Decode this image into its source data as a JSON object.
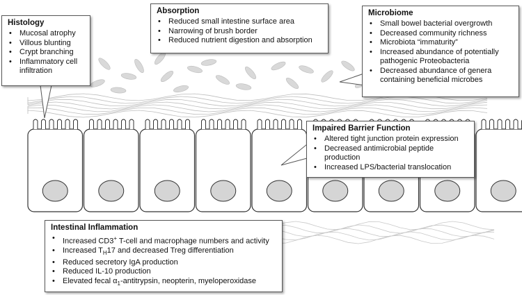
{
  "histology": {
    "title": "Histology",
    "items": [
      "Mucosal atrophy",
      "Villous blunting",
      "Crypt branching",
      "Inflammatory cell infiltration"
    ]
  },
  "absorption": {
    "title": "Absorption",
    "items": [
      "Reduced small intestine surface area",
      "Narrowing of brush border",
      "Reduced nutrient digestion and absorption"
    ]
  },
  "microbiome": {
    "title": "Microbiome",
    "items": [
      "Small bowel bacterial overgrowth",
      "Decreased community richness",
      "Microbiota “immaturity”",
      "Increased abundance of potentially pathogenic Proteobacteria",
      "Decreased abundance of genera containing beneficial microbes"
    ]
  },
  "barrier": {
    "title": "Impaired Barrier Function",
    "items": [
      "Altered tight junction protein expression",
      "Decreased antimicrobial peptide production",
      "Increased LPS/bacterial translocation"
    ]
  },
  "inflammation": {
    "title": "Intestinal Inflammation",
    "item1_pre": "Increased CD3",
    "item1_sup": "+",
    "item1_post": " T-cell and macrophage numbers and activity",
    "item2_pre": "Increased T",
    "item2_sub": "H",
    "item2_post": "17 and decreased Treg differentiation",
    "item3": "Reduced secretory IgA production",
    "item4": "Reduced IL-10 production",
    "item5_pre": "Elevated fecal α",
    "item5_sub": "1",
    "item5_post": "-antitrypsin, neopterin, myeloperoxidase"
  }
}
